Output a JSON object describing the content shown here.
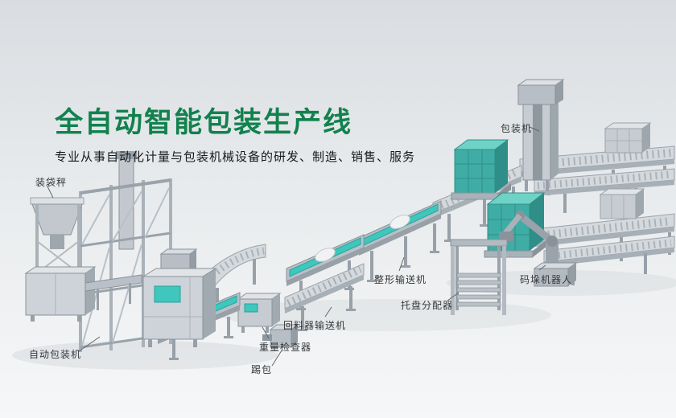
{
  "hero": {
    "title": "全自动智能包装生产线",
    "subtitle": "专业从事自动化计量与包装机械设备的研发、制造、销售、服务"
  },
  "equipment_labels": [
    {
      "id": "bagging-scale",
      "text": "装袋秤"
    },
    {
      "id": "packaging-machine",
      "text": "包装机"
    },
    {
      "id": "auto-packing-machine",
      "text": "自动包装机"
    },
    {
      "id": "kick-bag",
      "text": "踢包"
    },
    {
      "id": "weight-checker",
      "text": "重量检查器"
    },
    {
      "id": "return-feeder-conveyor",
      "text": "回料器输送机"
    },
    {
      "id": "shaping-conveyor",
      "text": "整形输送机"
    },
    {
      "id": "pallet-dispenser",
      "text": "托盘分配器"
    },
    {
      "id": "palletizing-robot",
      "text": "码垛机器人"
    }
  ],
  "colors": {
    "title_green": "#12814e",
    "accent_teal": "#3fc6bd",
    "machine_gray": "#c9cfd5",
    "label_text": "#34383c",
    "background_top": "#d9dde1",
    "background_bottom": "#f6f7f8"
  }
}
